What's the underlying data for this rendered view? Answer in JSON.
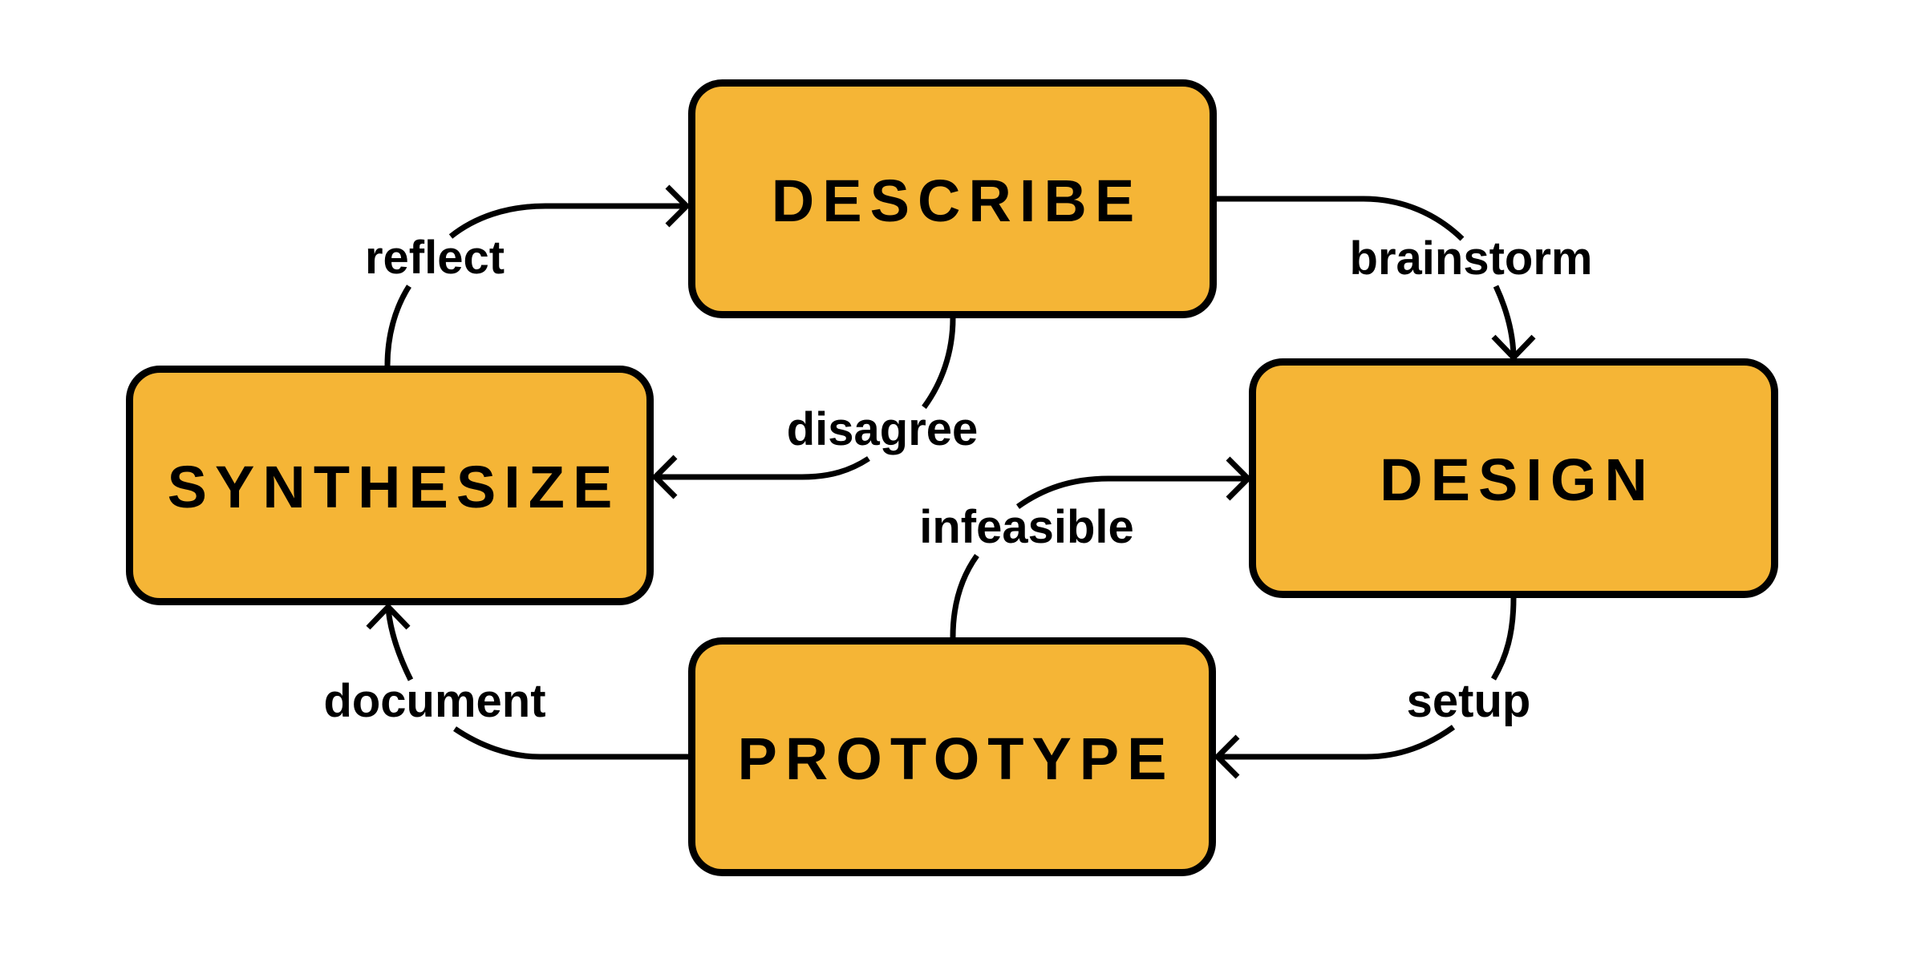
{
  "diagram": {
    "type": "cycle-flow",
    "colors": {
      "box_fill": "#F5B536",
      "stroke": "#000000",
      "background": "#FFFFFF"
    },
    "nodes": {
      "describe": {
        "label": "DESCRIBE"
      },
      "design": {
        "label": "DESIGN"
      },
      "prototype": {
        "label": "PROTOTYPE"
      },
      "synthesize": {
        "label": "SYNTHESIZE"
      }
    },
    "edges": {
      "brainstorm": {
        "from": "DESCRIBE",
        "to": "DESIGN",
        "label": "brainstorm"
      },
      "setup": {
        "from": "DESIGN",
        "to": "PROTOTYPE",
        "label": "setup"
      },
      "document": {
        "from": "PROTOTYPE",
        "to": "SYNTHESIZE",
        "label": "document"
      },
      "reflect": {
        "from": "SYNTHESIZE",
        "to": "DESCRIBE",
        "label": "reflect"
      },
      "disagree": {
        "from": "DESCRIBE",
        "to": "SYNTHESIZE",
        "label": "disagree"
      },
      "infeasible": {
        "from": "PROTOTYPE",
        "to": "DESIGN",
        "label": "infeasible"
      }
    }
  }
}
